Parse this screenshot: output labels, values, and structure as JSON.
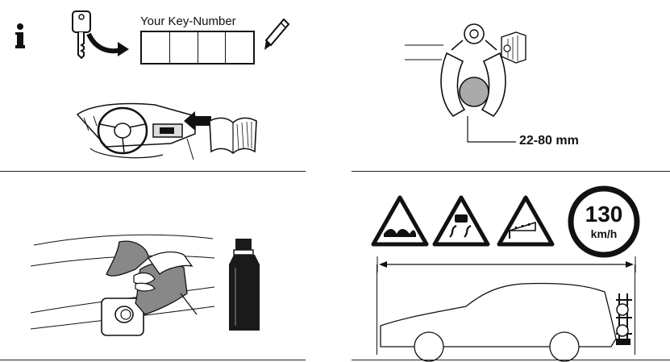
{
  "panels": {
    "key_number": {
      "info_icon": "info-icon",
      "label": "Your Key-Number",
      "boxes": 4
    },
    "clamp": {
      "dimension": "22-80 mm"
    },
    "cleaning": {},
    "driving": {
      "speed_limit": "130",
      "speed_unit": "km/h",
      "signs": [
        "bumpy-road-sign-icon",
        "slippery-road-sign-icon",
        "crosswind-sign-icon",
        "speed-limit-sign-icon"
      ]
    }
  },
  "colors": {
    "ink": "#111111",
    "sign_red_border": "#111111",
    "bottle": "#1a1a1a"
  }
}
